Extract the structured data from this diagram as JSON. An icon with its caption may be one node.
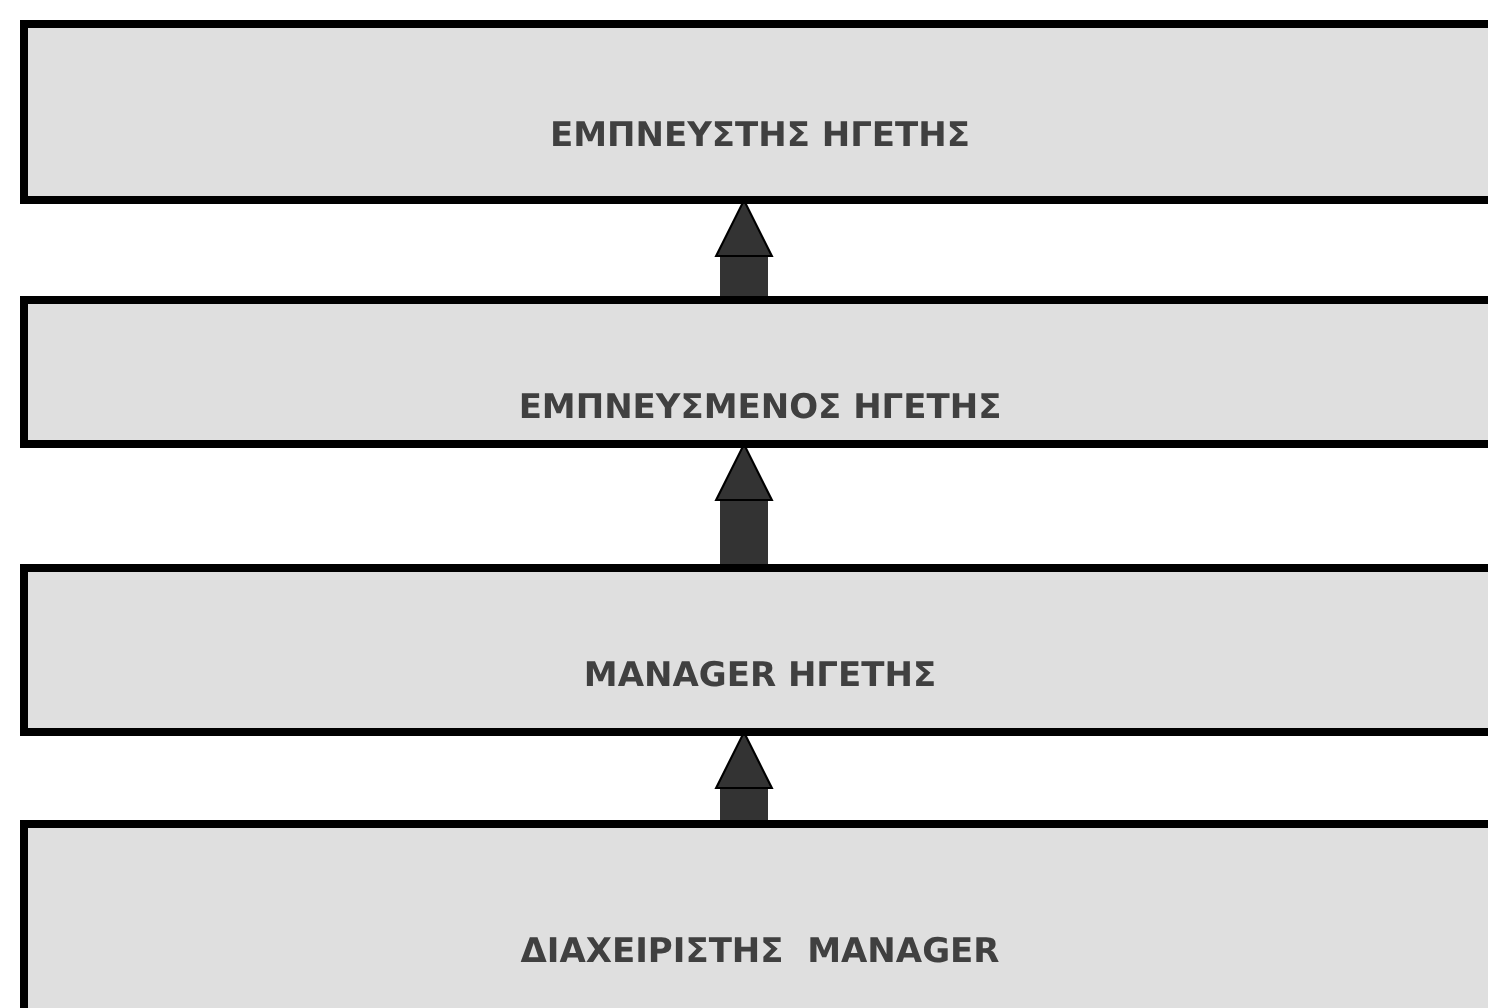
{
  "diagram": {
    "nodes": [
      {
        "text": [
          "ΕΜΠΝΕΥΣΤΗΣ ΗΓΕΤΗΣ"
        ]
      },
      {
        "text": [
          "ΕΜΠΝΕΥΣΜΕΝΟΣ ΗΓΕΤΗΣ"
        ]
      },
      {
        "text": [
          "MANAGER ΗΓΕΤΗΣ"
        ]
      },
      {
        "text": [
          "ΔΙΑΧΕΙΡΙΣΤΗΣ  MANAGER"
        ]
      }
    ],
    "edges": [
      {
        "from": 3,
        "to": 2,
        "arrow": "to"
      },
      {
        "from": 2,
        "to": 1,
        "arrow": "to"
      },
      {
        "from": 1,
        "to": 0,
        "arrow": "to"
      }
    ]
  }
}
